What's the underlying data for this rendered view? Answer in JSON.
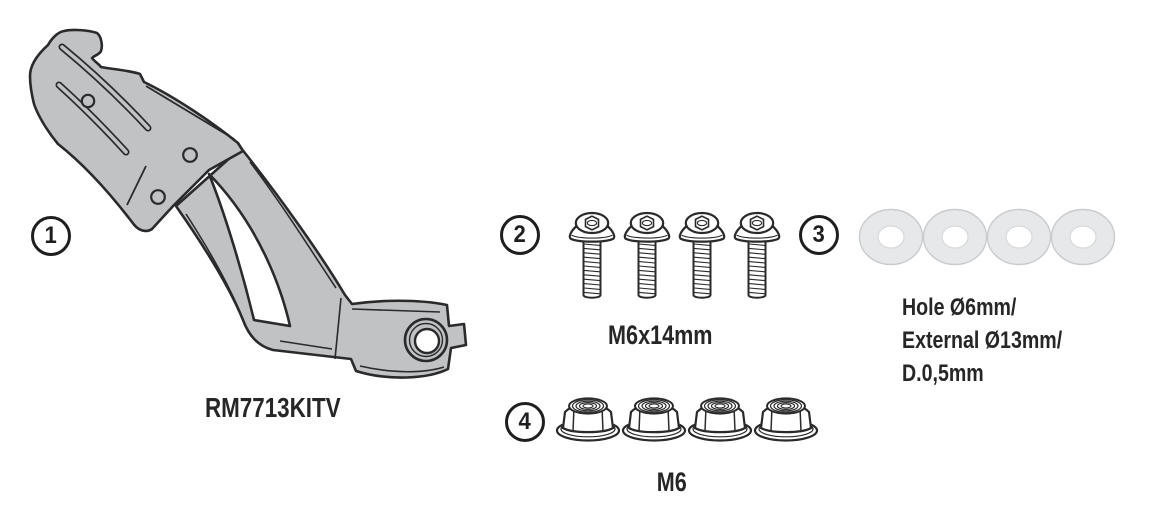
{
  "diagram": {
    "type": "parts-kit-diagram",
    "background_color": "#ffffff",
    "outline_color": "#2a2a2c",
    "metal_fill_color": "#c0c2c4",
    "washer_fill_color": "#e7e8ea",
    "text_color": "#262626",
    "parts": [
      {
        "number": "1",
        "label": "RM7713KITV",
        "icon": "mounting-bracket-illustration",
        "quantity": 1
      },
      {
        "number": "2",
        "label": "M6x14mm",
        "icon": "button-head-bolt-icon",
        "quantity": 4
      },
      {
        "number": "3",
        "label_lines": [
          "Hole Ø6mm/",
          "External Ø13mm/",
          "D.0,5mm"
        ],
        "icon": "flat-washer-icon",
        "quantity": 4
      },
      {
        "number": "4",
        "label": "M6",
        "icon": "flange-nut-icon",
        "quantity": 4
      }
    ]
  }
}
